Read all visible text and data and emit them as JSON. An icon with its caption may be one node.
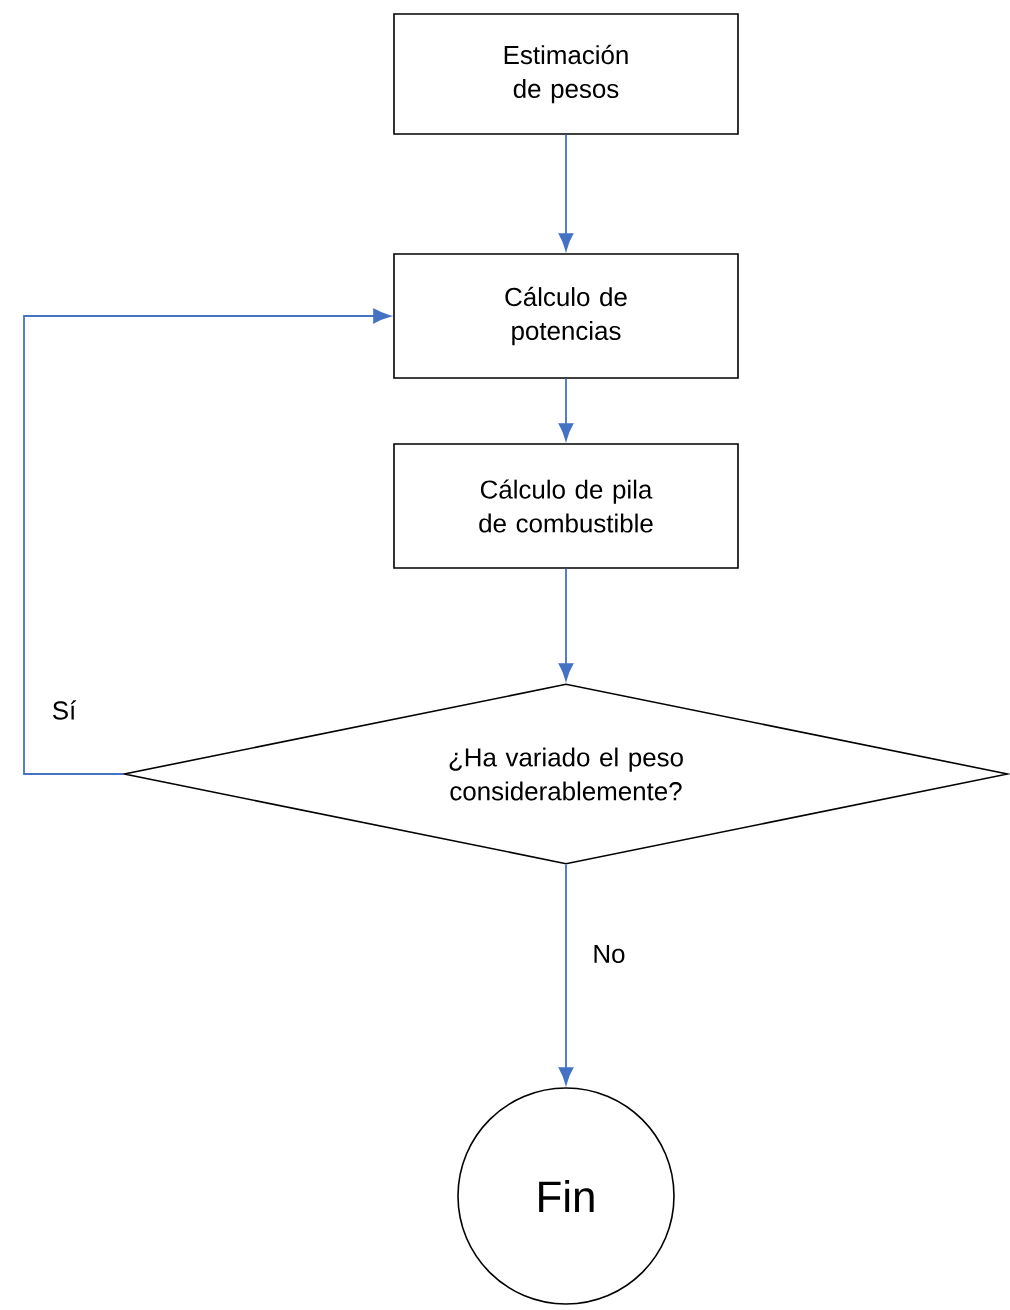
{
  "diagram": {
    "nodes": [
      {
        "text": [
          "Estimación de pesos"
        ]
      },
      {
        "text": [
          "Cálculo de potencias"
        ]
      },
      {
        "text": [
          "Cálculo de pila de combustible"
        ]
      },
      {
        "text": [
          "¿Ha variado el peso considerablemente?"
        ]
      },
      {
        "text": [
          "Fin"
        ]
      }
    ],
    "edges": [
      {
        "from": 0,
        "to": 1,
        "arrow": "to"
      },
      {
        "from": 1,
        "to": 2,
        "arrow": "to"
      },
      {
        "from": 2,
        "to": 3,
        "arrow": "to"
      },
      {
        "from": 3,
        "to": 1,
        "arrow": "to",
        "label": "Sí"
      },
      {
        "from": 3,
        "to": 4,
        "arrow": "to",
        "label": "No"
      }
    ]
  }
}
